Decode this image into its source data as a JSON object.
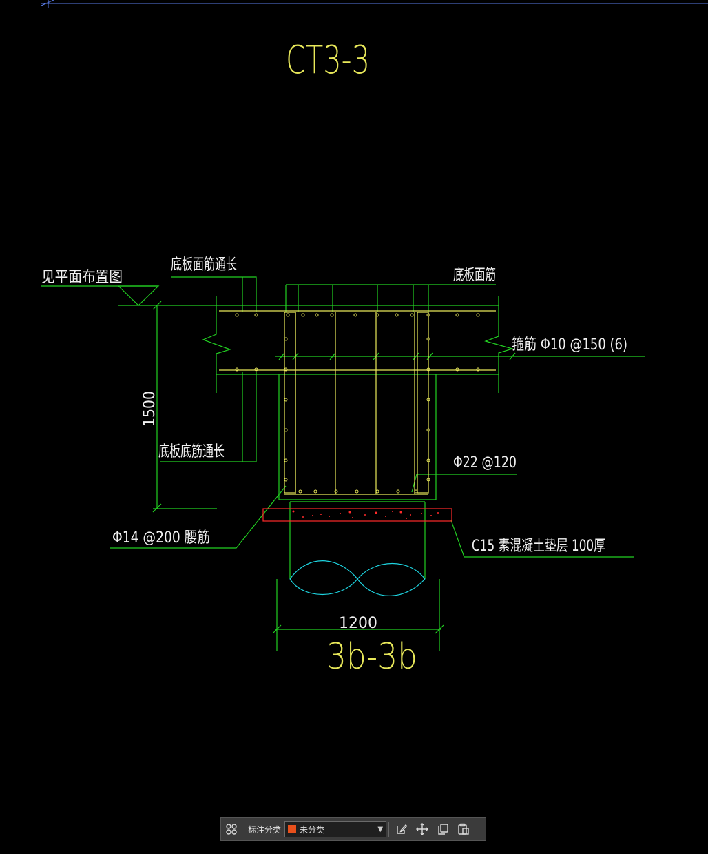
{
  "drawing": {
    "title": "CT3-3",
    "section_label": "3b-3b",
    "labels": {
      "elevation_ref": "见平面布置图",
      "top_bar_continuous": "底板面筋通长",
      "top_bar": "底板面筋",
      "stirrup": "箍筋  Φ10 @150 (6)",
      "bottom_bar_continuous": "底板底筋通长",
      "main_bar": "Φ22 @120",
      "waist_bar": "Φ14 @200  腰筋",
      "cushion": "C15 素混凝土垫层 100厚"
    },
    "dimensions": {
      "height": "1500",
      "width": "1200"
    }
  },
  "toolbar": {
    "label": "标注分类",
    "category_value": "未分类",
    "swatch_color": "#e8501c"
  },
  "colors": {
    "green": "#22d022",
    "yellow": "#e8e85a",
    "white": "#f0f0f0",
    "red": "#ff2a2a",
    "cyan": "#1ed4e0",
    "blue": "#5a7de8"
  }
}
